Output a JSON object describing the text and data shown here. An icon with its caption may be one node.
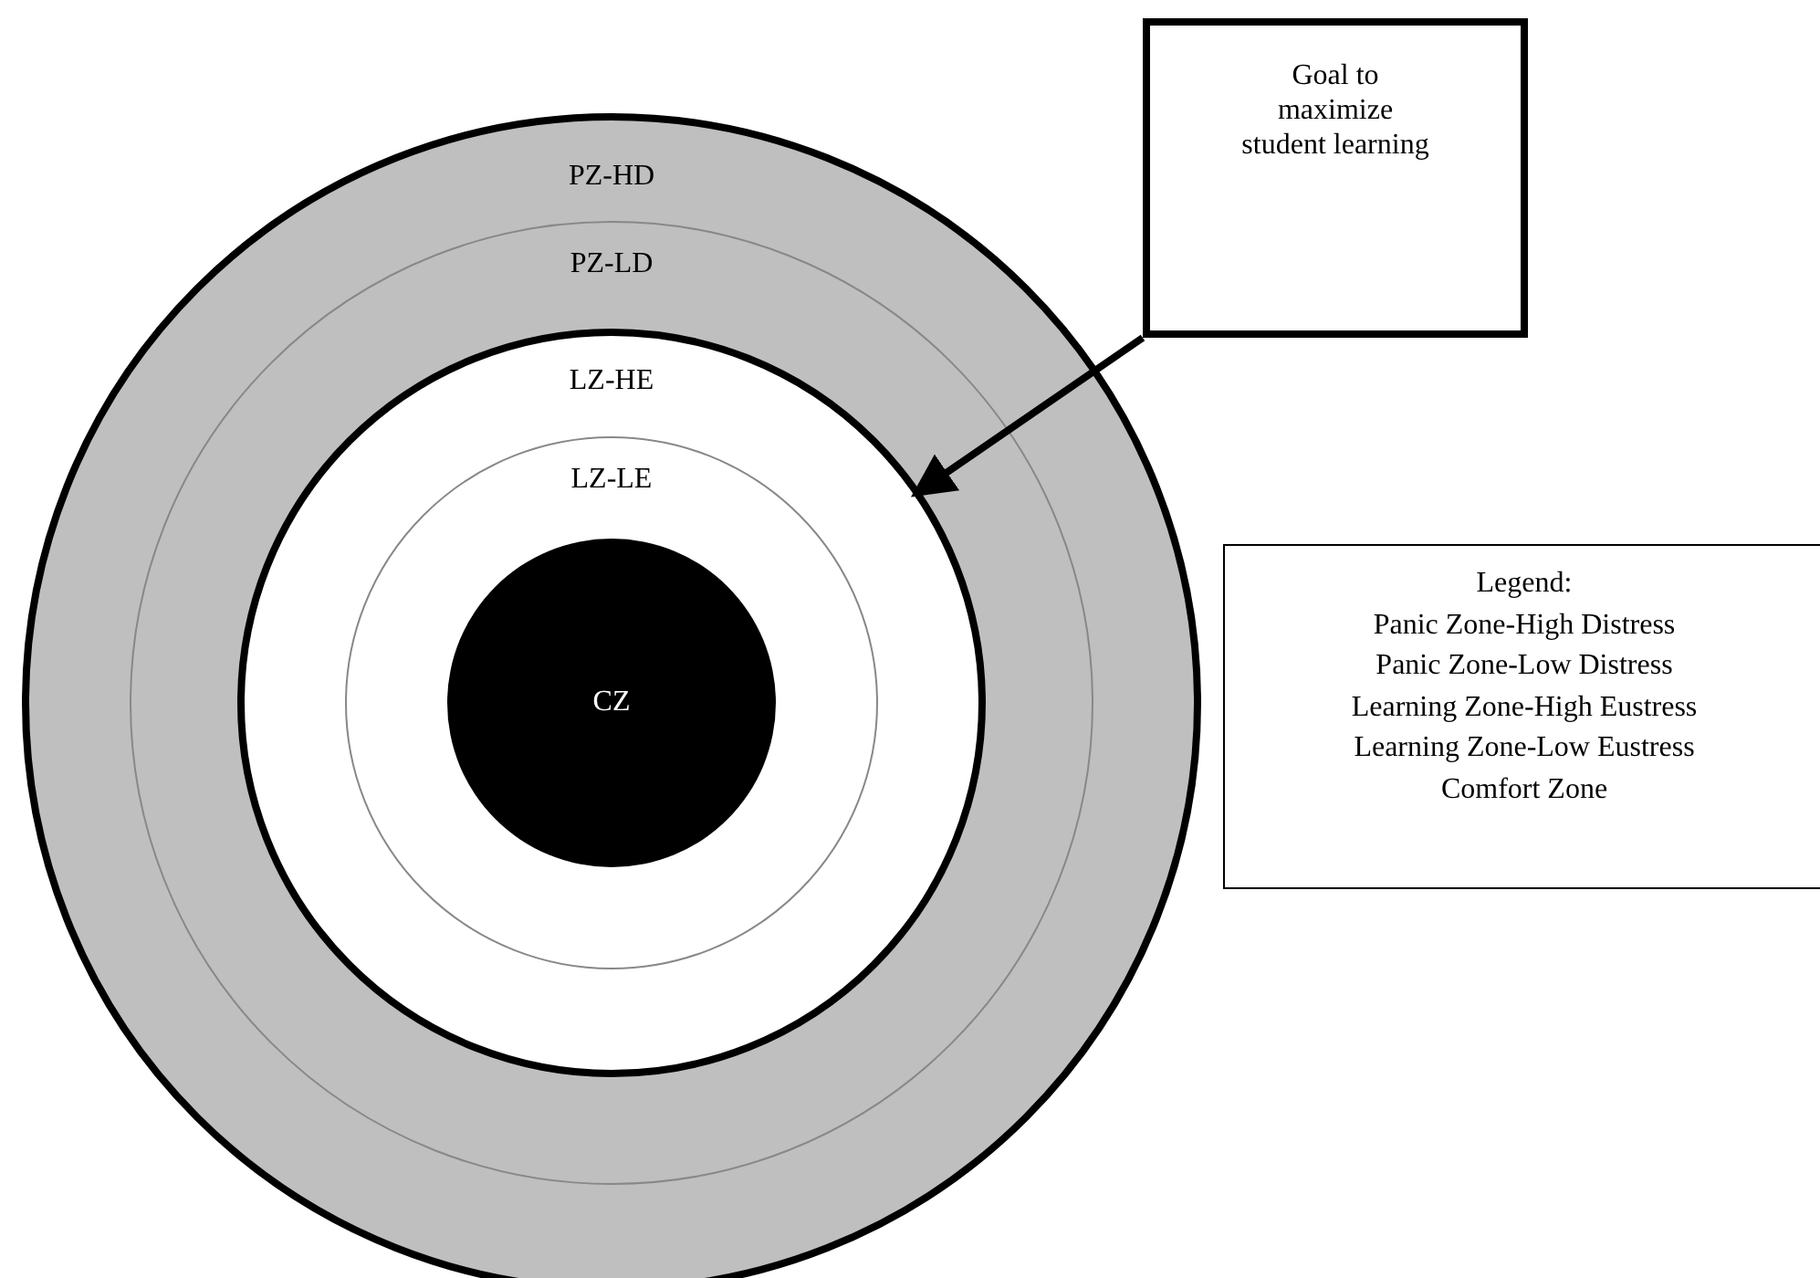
{
  "diagram": {
    "nodes": [
      {
        "text": [
          "PZ-HD"
        ]
      },
      {
        "text": [
          "PZ-LD"
        ],
        "in": 0
      },
      {
        "text": [
          "LZ-HE"
        ],
        "in": 1
      },
      {
        "text": [
          "LZ-LE"
        ],
        "in": 2
      },
      {
        "text": [
          "CZ"
        ],
        "in": 3
      },
      {
        "text": [
          "Goal to maximize student learning"
        ]
      },
      {
        "text": [
          "Legend:",
          "Panic Zone-High Distress",
          "Panic Zone-Low Distress",
          "Learning Zone-High Eustress",
          "Learning Zone-Low Eustress",
          "Comfort Zone"
        ]
      }
    ],
    "edges": [
      {
        "from": 5,
        "to": 2,
        "arrow": "to"
      }
    ]
  }
}
